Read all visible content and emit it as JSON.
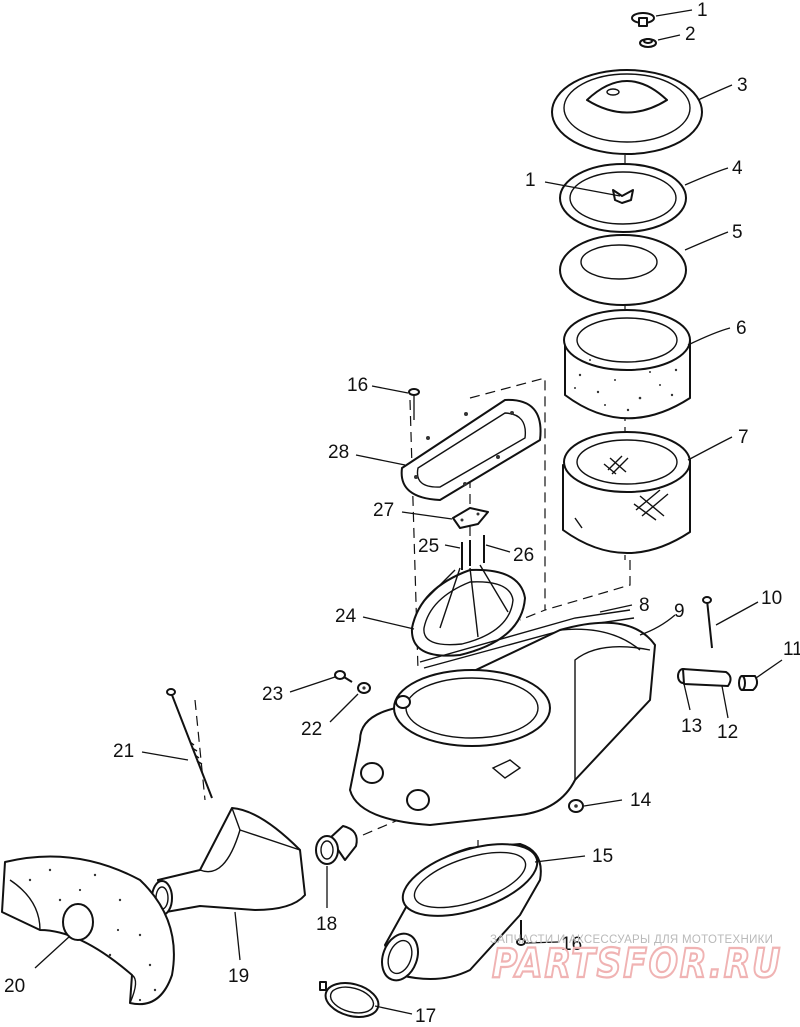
{
  "diagram": {
    "callouts": [
      {
        "id": "c1a",
        "text": "1"
      },
      {
        "id": "c2",
        "text": "2"
      },
      {
        "id": "c3",
        "text": "3"
      },
      {
        "id": "c1b",
        "text": "1"
      },
      {
        "id": "c4",
        "text": "4"
      },
      {
        "id": "c5",
        "text": "5"
      },
      {
        "id": "c6",
        "text": "6"
      },
      {
        "id": "c7",
        "text": "7"
      },
      {
        "id": "c16a",
        "text": "16"
      },
      {
        "id": "c28",
        "text": "28"
      },
      {
        "id": "c27",
        "text": "27"
      },
      {
        "id": "c25",
        "text": "25"
      },
      {
        "id": "c26",
        "text": "26"
      },
      {
        "id": "c24",
        "text": "24"
      },
      {
        "id": "c8",
        "text": "8"
      },
      {
        "id": "c9",
        "text": "9"
      },
      {
        "id": "c10",
        "text": "10"
      },
      {
        "id": "c11",
        "text": "11"
      },
      {
        "id": "c13",
        "text": "13"
      },
      {
        "id": "c12",
        "text": "12"
      },
      {
        "id": "c23",
        "text": "23"
      },
      {
        "id": "c22",
        "text": "22"
      },
      {
        "id": "c21",
        "text": "21"
      },
      {
        "id": "c14",
        "text": "14"
      },
      {
        "id": "c15",
        "text": "15"
      },
      {
        "id": "c18",
        "text": "18"
      },
      {
        "id": "c16b",
        "text": "16"
      },
      {
        "id": "c20",
        "text": "20"
      },
      {
        "id": "c19",
        "text": "19"
      },
      {
        "id": "c17",
        "text": "17"
      }
    ]
  },
  "watermark": {
    "caption": "ЗАПЧАСТИ И АКСЕССУАРЫ ДЛЯ МОТОТЕХНИКИ",
    "logo": "PARTSFOR.RU"
  }
}
